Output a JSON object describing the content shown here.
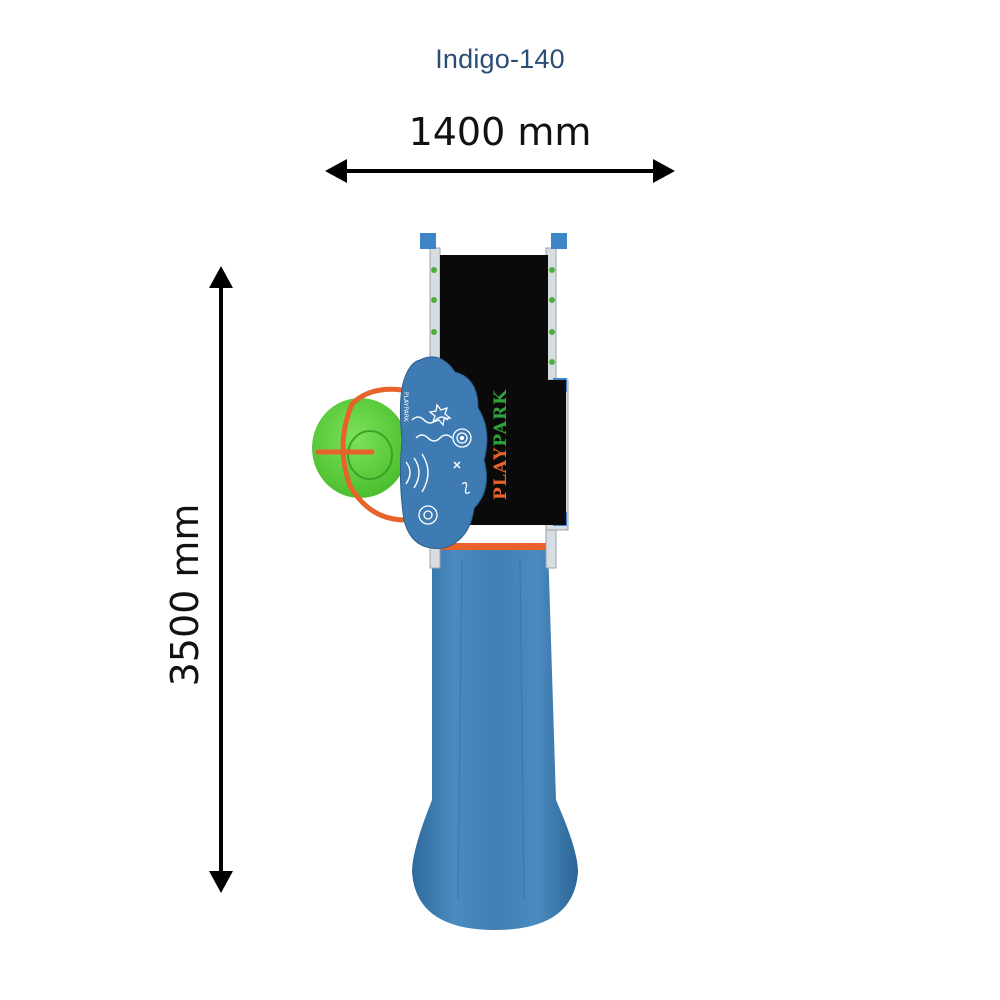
{
  "title": "Indigo-140",
  "dimensions": {
    "width_label": "1400 mm",
    "height_label": "3500 mm"
  },
  "product": {
    "brand_part1": "PLAY",
    "brand_part2": "PARK",
    "panel_logo": "PLAYPARK"
  },
  "colors": {
    "title": "#2a4d74",
    "slide": "#3f7fb3",
    "deck": "#0a0a0a",
    "steering_wheel": "#5fd03c",
    "orange_accent": "#e8632b",
    "panel": "#3f7bb3",
    "brand_green": "#2fa23a",
    "brand_orange": "#e8632b"
  },
  "icons": [
    "dimension-arrow",
    "moon-icon",
    "star-icon",
    "spiral-icon",
    "wave-icon"
  ]
}
